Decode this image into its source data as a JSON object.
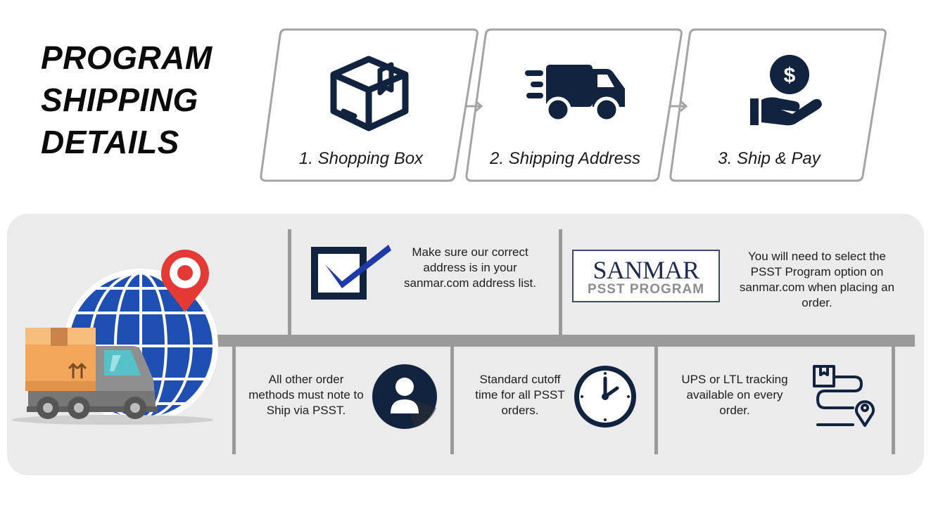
{
  "title": {
    "line1": "PROGRAM",
    "line2": "SHIPPING",
    "line3": "DETAILS"
  },
  "steps": [
    {
      "label": "1. Shopping Box",
      "icon": "box-icon"
    },
    {
      "label": "2. Shipping Address",
      "icon": "truck-icon"
    },
    {
      "label": "3. Ship & Pay",
      "icon": "hand-dollar-icon"
    }
  ],
  "colors": {
    "navy": "#12233f",
    "blue": "#1f4fb3",
    "red": "#e53935",
    "orange": "#f2a65a",
    "panel": "#ebebeb",
    "divider": "#9a9a9a"
  },
  "logo": {
    "name": "SANMAR",
    "subtitle": "PSST PROGRAM"
  },
  "info": {
    "address": "Make sure our correct address is in your sanmar.com address list.",
    "psst": "You will need to select the PSST Program option on sanmar.com when placing an order.",
    "other_methods": "All other order methods must note to Ship via PSST.",
    "cutoff": "Standard cutoff time for all PSST orders.",
    "tracking": "UPS or LTL tracking available on every order."
  }
}
